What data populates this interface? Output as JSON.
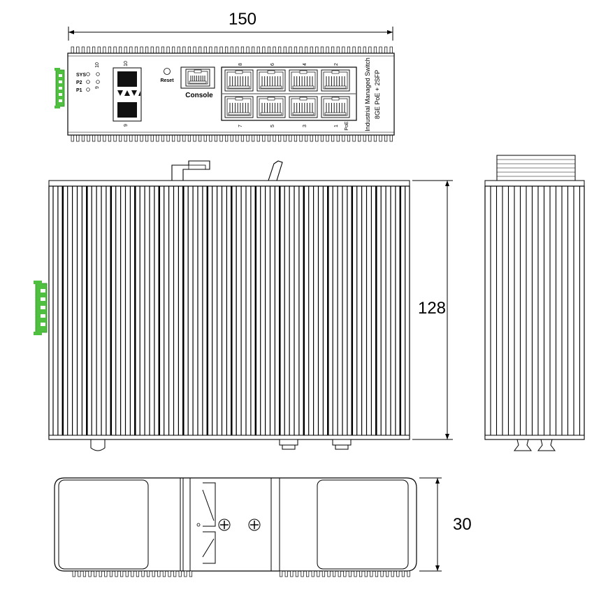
{
  "dimensions": {
    "width": "150",
    "height": "128",
    "depth": "30"
  },
  "front_panel": {
    "leds": [
      "SYS",
      "P2",
      "P1"
    ],
    "sfp_led_top": "10",
    "sfp_led_bottom": "9",
    "sfp_top_number": "10",
    "sfp_bottom_number": "9",
    "reset_label": "Reset",
    "console_label": "Console",
    "top_port_numbers": [
      "8",
      "6",
      "4",
      "2"
    ],
    "bottom_port_numbers": [
      "7",
      "5",
      "3",
      "1"
    ],
    "poe_label": "PoE",
    "product_line1": "Industrial Managed Switch",
    "product_line2": "8GE PoE + 2SFP"
  },
  "colors": {
    "terminal": "#4fbf3f",
    "line": "#000000",
    "background": "#ffffff"
  }
}
